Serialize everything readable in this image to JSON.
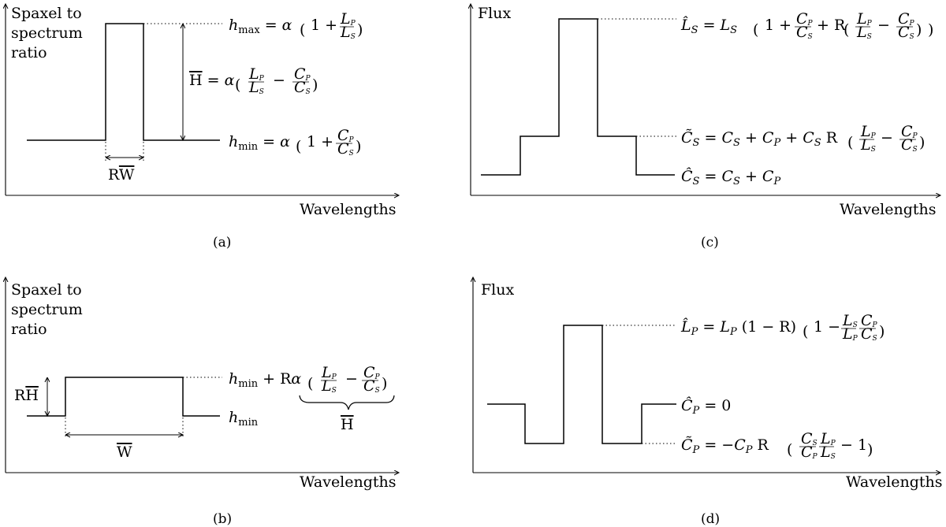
{
  "panels": [
    {
      "id": "a",
      "caption": "(a)",
      "y_axis_label": [
        "Spaxel to",
        "spectrum",
        "ratio"
      ],
      "x_axis_label": "Wavelengths",
      "annotations": [
        "h_max = α (1 + L_P/L_S)",
        "H̄ = α (L_P/L_S − C_P/C_S)",
        "h_min = α (1 + C_P/C_S)",
        "RW̄"
      ]
    },
    {
      "id": "b",
      "caption": "(b)",
      "y_axis_label": [
        "Spaxel to",
        "spectrum",
        "ratio"
      ],
      "x_axis_label": "Wavelengths",
      "annotations": [
        "h_min + Rα (L_P/L_S − C_P/C_S)",
        "H̄",
        "h_min",
        "RH̄",
        "W̄"
      ]
    },
    {
      "id": "c",
      "caption": "(c)",
      "y_axis_label": [
        "Flux"
      ],
      "x_axis_label": "Wavelengths",
      "annotations": [
        "L̂_S = L_S (1 + C_P/C_S + R (L_P/L_S − C_P/C_S))",
        "C̃_S = C_S + C_P + C_S R (L_P/L_S − C_P/C_S)",
        "Ĉ_S = C_S + C_P"
      ]
    },
    {
      "id": "d",
      "caption": "(d)",
      "y_axis_label": [
        "Flux"
      ],
      "x_axis_label": "Wavelengths",
      "annotations": [
        "L̂_P = L_P (1 − R) (1 − (L_S/L_P)(C_P/C_S))",
        "Ĉ_P = 0",
        "C̃_P = −C_P R ((C_S/C_P)(L_P/L_S) − 1)"
      ]
    }
  ]
}
